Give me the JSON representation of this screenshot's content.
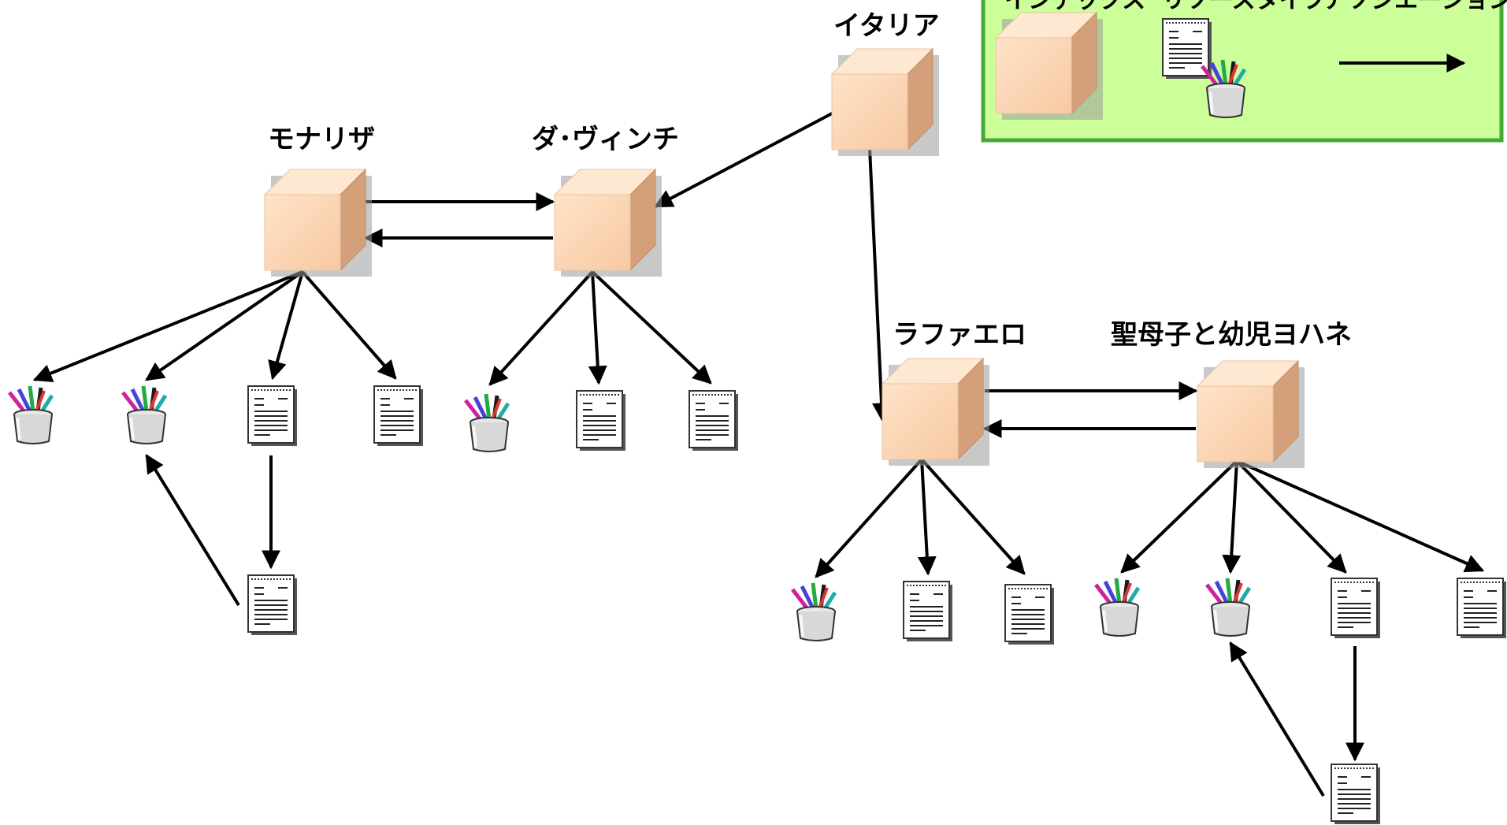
{
  "nodes": {
    "italy": {
      "label": "イタリア"
    },
    "monalisa": {
      "label": "モナリザ"
    },
    "davinci": {
      "label": "ダ･ヴィンチ"
    },
    "raphael": {
      "label": "ラファエロ"
    },
    "madonna": {
      "label": "聖母子と幼児ヨハネ"
    }
  },
  "legend": {
    "labels": [
      "インデックス",
      "リソースタイプ",
      "アソシエーション"
    ],
    "background": "#ccff99",
    "border": "#44aa33"
  },
  "colors": {
    "cube_front": "#ffd9b8",
    "cube_top": "#ffe6cc",
    "cube_side": "#d9a47c",
    "arrow": "#000000"
  }
}
